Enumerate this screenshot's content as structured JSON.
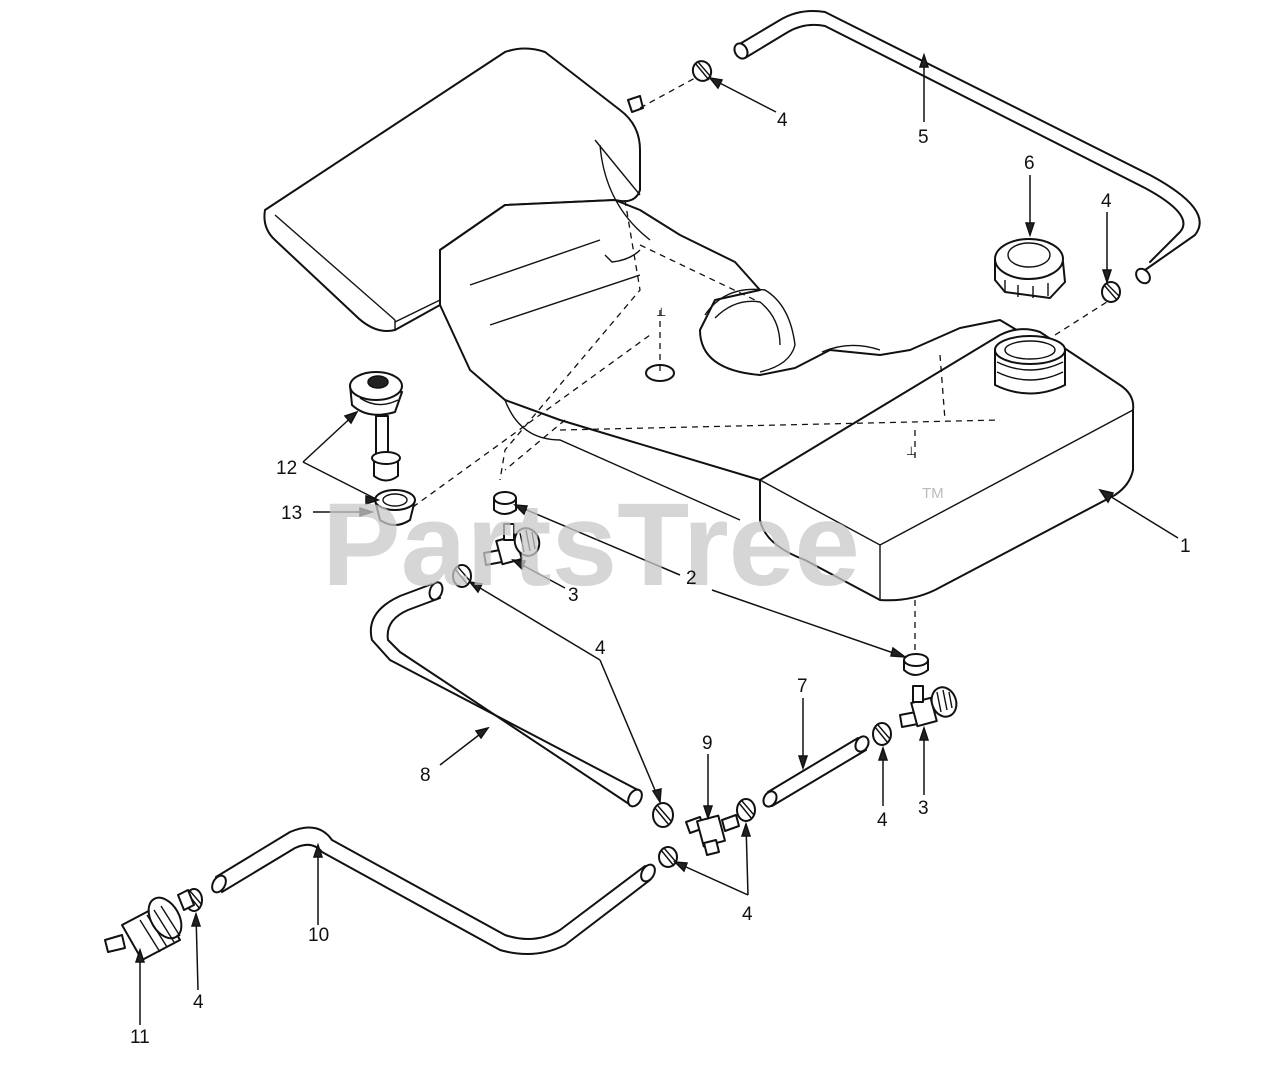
{
  "watermark": {
    "text": "PartsTree",
    "mark": "TM"
  },
  "callouts": {
    "c1": "1",
    "c2": "2",
    "c3a": "3",
    "c3b": "3",
    "c4a": "4",
    "c4b": "4",
    "c4c": "4",
    "c4d": "4",
    "c4e": "4",
    "c4f": "4",
    "c5": "5",
    "c6": "6",
    "c7": "7",
    "c8": "8",
    "c9": "9",
    "c10": "10",
    "c11": "11",
    "c12": "12",
    "c13": "13"
  },
  "parts": [
    {
      "number": "1",
      "name": "fuel-tank"
    },
    {
      "number": "2",
      "name": "grommet"
    },
    {
      "number": "3",
      "name": "shut-off-valve"
    },
    {
      "number": "4",
      "name": "hose-clamp"
    },
    {
      "number": "5",
      "name": "vent-hose"
    },
    {
      "number": "6",
      "name": "fuel-cap"
    },
    {
      "number": "7",
      "name": "fuel-hose"
    },
    {
      "number": "8",
      "name": "fuel-hose"
    },
    {
      "number": "9",
      "name": "tee-fitting"
    },
    {
      "number": "10",
      "name": "fuel-hose"
    },
    {
      "number": "11",
      "name": "fuel-filter"
    },
    {
      "number": "12",
      "name": "fuel-gauge"
    },
    {
      "number": "13",
      "name": "gauge-grommet"
    }
  ]
}
